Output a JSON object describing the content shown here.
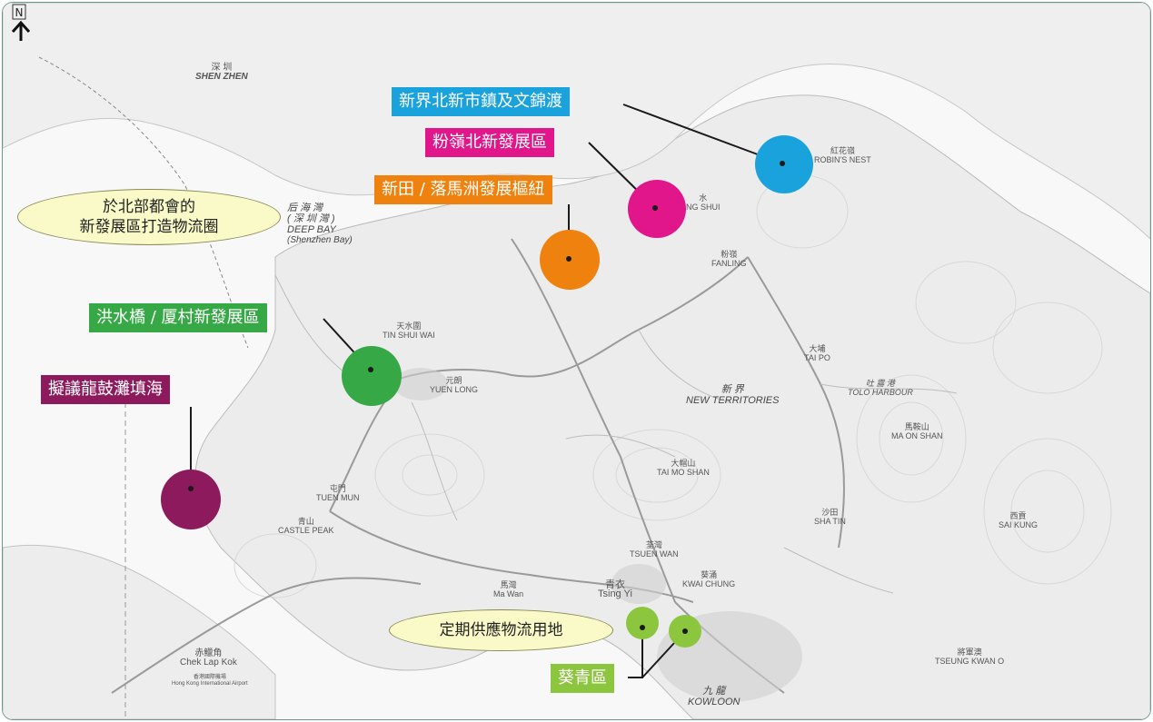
{
  "north_label": "N",
  "colors": {
    "blue": "#1aa2dd",
    "magenta": "#e0168a",
    "orange": "#ef820f",
    "green": "#37a846",
    "purple": "#8d1a5d",
    "lime": "#8cc63f"
  },
  "callouts": {
    "nenl_bsd": "新界北新市鎮及文錦渡",
    "fln_nda": "粉嶺北新發展區",
    "sandy_hub": "新田 / 落馬洲發展樞紐",
    "hsk_nda": "洪水橋 / 厦村新發展區",
    "lung_kwu_tan": "擬議龍鼓灘填海",
    "kwai_tsing": "葵青區"
  },
  "bubbles": {
    "north_metro_line1": "於北部都會的",
    "north_metro_line2": "新發展區打造物流圈",
    "logistics_land": "定期供應物流用地"
  },
  "place_names": {
    "shenzhen_zh": "深 圳",
    "shenzhen_en": "SHEN ZHEN",
    "deep_bay_zh": "后 海 灣",
    "deep_bay_zh2": "( 深 圳 灣 )",
    "deep_bay_en": "DEEP BAY",
    "deep_bay_en2": "(Shenzhen Bay)",
    "nt_zh": "新 界",
    "nt_en": "NEW TERRITORIES",
    "yuen_long_zh": "元朗",
    "yuen_long_en": "YUEN LONG",
    "tin_shui_wai_zh": "天水圍",
    "tin_shui_wai_en": "TIN SHUI WAI",
    "tuen_mun_zh": "屯門",
    "tuen_mun_en": "TUEN MUN",
    "castle_peak_zh": "青山",
    "castle_peak_en": "CASTLE PEAK",
    "fanling_zh": "粉嶺",
    "fanling_en": "FANLING",
    "sheung_shui_zh": "水",
    "sheung_shui_en": "NG SHUI",
    "tai_po_zh": "大埔",
    "tai_po_en": "TAI PO",
    "tolo_zh": "吐 露 港",
    "tolo_en": "TOLO HARBOUR",
    "robins_nest_zh": "紅花嶺",
    "robins_nest_en": "ROBIN'S NEST",
    "tai_mo_shan_zh": "大帽山",
    "tai_mo_shan_en": "TAI MO SHAN",
    "ma_on_shan_zh": "馬鞍山",
    "ma_on_shan_en": "MA ON SHAN",
    "sha_tin_zh": "沙田",
    "sha_tin_en": "SHA TIN",
    "sai_kung_zh": "西貢",
    "sai_kung_en": "SAI KUNG",
    "tsuen_wan_zh": "荃灣",
    "tsuen_wan_en": "TSUEN WAN",
    "kwai_chung_zh": "葵涌",
    "kwai_chung_en": "KWAI CHUNG",
    "tsing_yi_zh": "青衣",
    "tsing_yi_en": "Tsing Yi",
    "ma_wan_zh": "馬灣",
    "ma_wan_en": "Ma Wan",
    "kowloon_zh": "九 龍",
    "kowloon_en": "KOWLOON",
    "tko_zh": "將軍澳",
    "tko_en": "TSEUNG KWAN O",
    "chek_lap_kok_zh": "赤鱲角",
    "chek_lap_kok_en": "Chek Lap Kok",
    "airport_zh": "香港國際機場",
    "airport_en": "Hong Kong International Airport"
  }
}
